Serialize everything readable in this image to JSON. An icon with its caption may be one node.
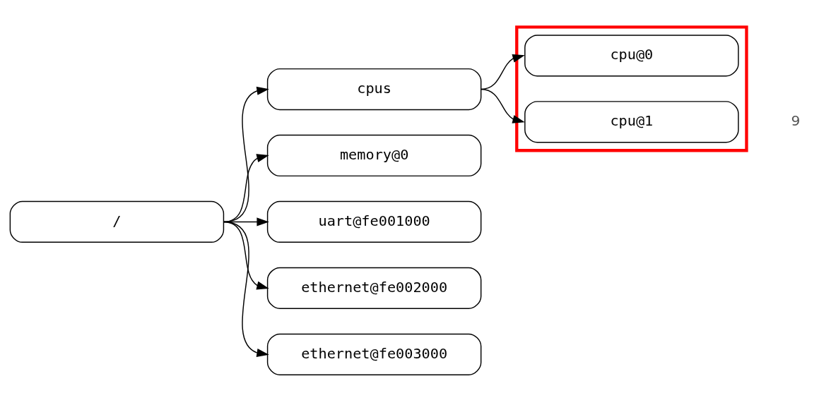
{
  "diagram": {
    "nodes": [
      {
        "text": [
          "/"
        ]
      },
      {
        "text": [
          "cpus"
        ]
      },
      {
        "text": [
          "memory@0"
        ]
      },
      {
        "text": [
          "uart@fe001000"
        ]
      },
      {
        "text": [
          "ethernet@fe002000"
        ]
      },
      {
        "text": [
          "ethernet@fe003000"
        ]
      },
      {
        "text": [],
        "shape": "box"
      },
      {
        "text": [
          "cpu@0"
        ],
        "in": 6
      },
      {
        "text": [
          "cpu@1"
        ],
        "in": 6
      }
    ],
    "edges": [
      {
        "from": 0,
        "to": 1,
        "arrow": "to"
      },
      {
        "from": 0,
        "to": 2,
        "arrow": "to"
      },
      {
        "from": 0,
        "to": 3,
        "arrow": "to"
      },
      {
        "from": 0,
        "to": 4,
        "arrow": "to"
      },
      {
        "from": 0,
        "to": 5,
        "arrow": "to"
      },
      {
        "from": 1,
        "to": 7,
        "arrow": "to"
      },
      {
        "from": 1,
        "to": 8,
        "arrow": "to"
      }
    ],
    "labels": [
      "9"
    ]
  }
}
